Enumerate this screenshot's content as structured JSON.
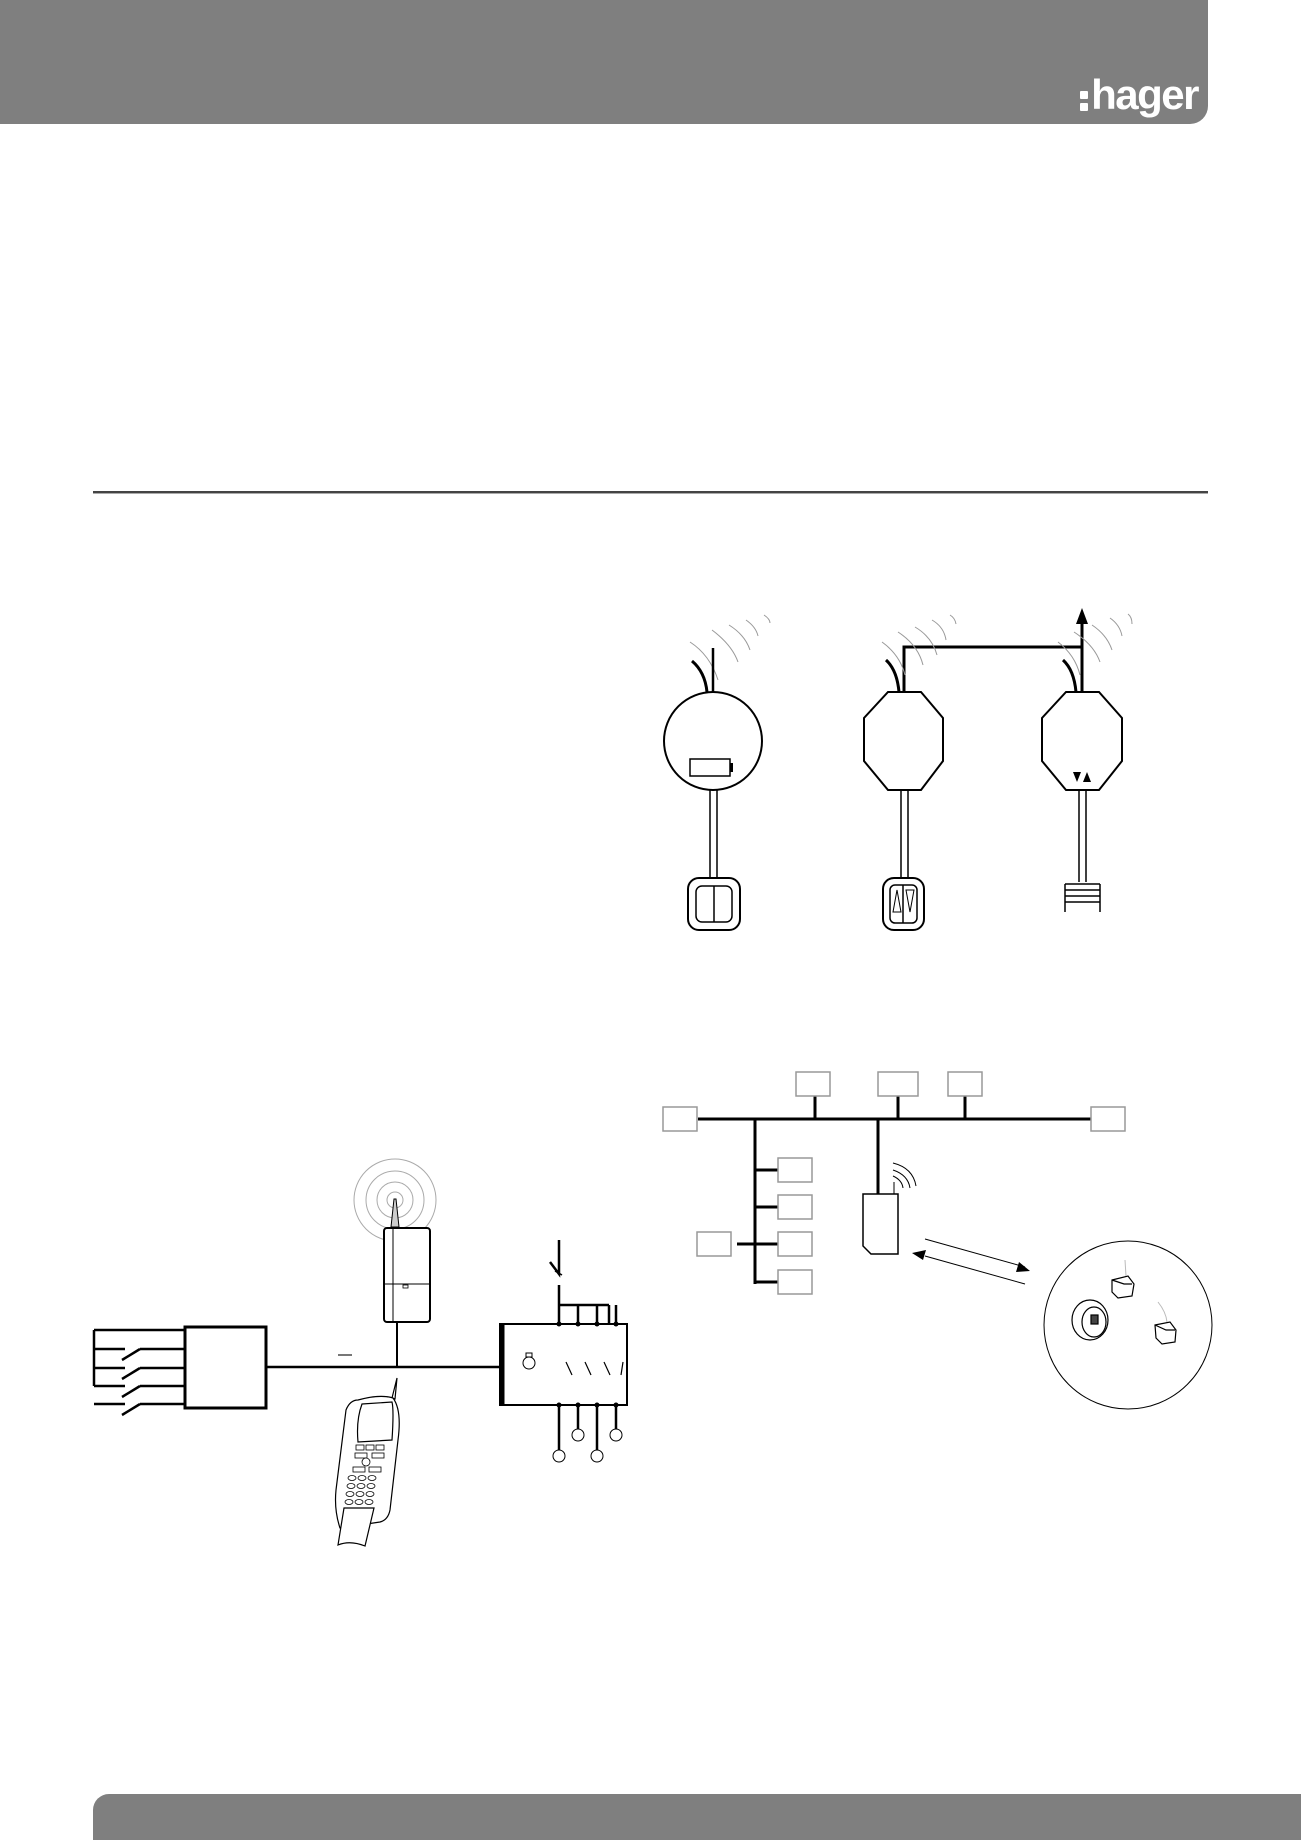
{
  "header": {
    "brand": "hager",
    "band_color": "#7f7f7f"
  },
  "footer": {
    "band_color": "#7f7f7f"
  },
  "figures": [
    {
      "id": "fig-rf-devices",
      "description": "Three wireless modules: battery-powered push-button transmitter, shutter push-button transmitter, shutter actuator with output"
    },
    {
      "id": "fig-gateway-network",
      "description": "Switch inputs module, radio gateway and handheld configurator on bus to lighting output module"
    },
    {
      "id": "fig-bus-topology",
      "description": "Bus topology with devices, radio media coupler exchanging with wireless devices"
    }
  ]
}
